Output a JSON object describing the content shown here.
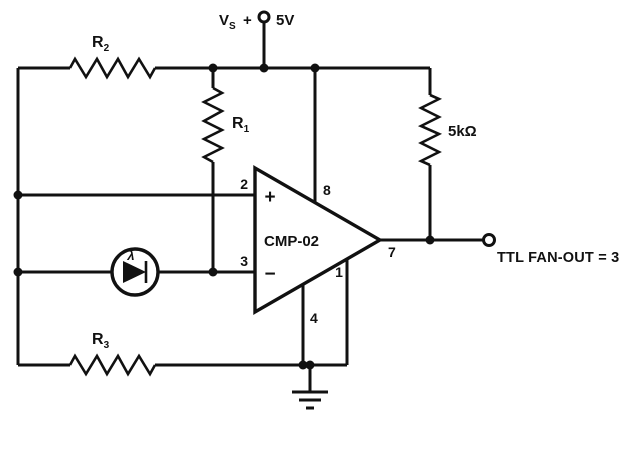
{
  "supply": {
    "v_base": "V",
    "v_sub": "S",
    "plus": "+",
    "voltage": "5V"
  },
  "resistors": {
    "r1_base": "R",
    "r1_sub": "1",
    "r2_base": "R",
    "r2_sub": "2",
    "r3_base": "R",
    "r3_sub": "3",
    "pullup": "5kΩ"
  },
  "comparator": {
    "name": "CMP-02",
    "plus": "+",
    "minus": "−",
    "pin_noninverting": "2",
    "pin_inverting": "3",
    "pin_vcc": "8",
    "pin_output": "7",
    "pin_one": "1",
    "pin_ground": "4"
  },
  "photodiode": {
    "lambda": "λ"
  },
  "output": {
    "note": "TTL FAN-OUT = 3"
  },
  "colors": {
    "ink": "#111111",
    "background": "#ffffff"
  }
}
